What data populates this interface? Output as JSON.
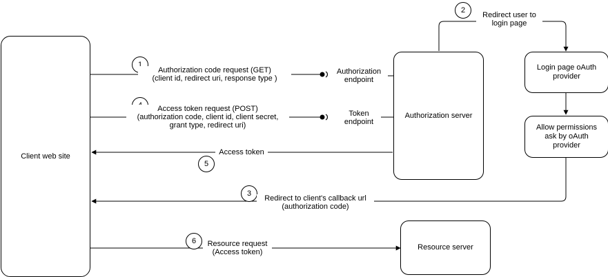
{
  "nodes": {
    "client": "Client web site",
    "auth_server": "Authorization server",
    "login_page": "Login page oAuth provider",
    "allow_permissions": "Allow permissions ask by oAuth provider",
    "resource_server": "Resource server"
  },
  "endpoints": {
    "authorization": [
      "Authorization",
      "endpoint"
    ],
    "token": [
      "Token",
      "endpoint"
    ]
  },
  "steps": [
    {
      "number": "1",
      "lines": [
        "Authorization code request (GET)",
        "(client id, redirect uri, response type )"
      ]
    },
    {
      "number": "2",
      "lines": [
        "Redirect user to",
        "login page"
      ]
    },
    {
      "number": "3",
      "lines": [
        "Redirect to client's callback url",
        "(authorization code)"
      ]
    },
    {
      "number": "4",
      "lines": [
        "Access token request (POST)",
        "(authorization code, client id, client secret,",
        "grant type, redirect uri)"
      ]
    },
    {
      "number": "5",
      "lines": [
        "Access token"
      ]
    },
    {
      "number": "6",
      "lines": [
        "Resource request",
        "(Access token)"
      ]
    }
  ]
}
